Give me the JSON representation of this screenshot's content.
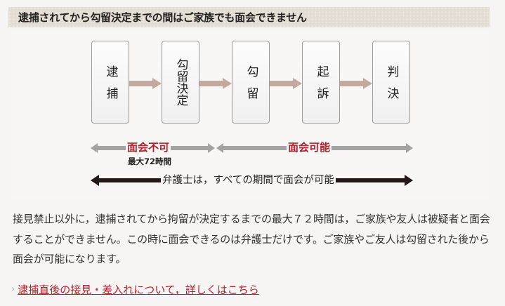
{
  "heading": {
    "title": "逮捕されてから勾留決定までの間はご家族でも面会できません"
  },
  "diagram": {
    "steps": [
      {
        "label": "逮捕"
      },
      {
        "label": "勾留決定"
      },
      {
        "label": "勾留"
      },
      {
        "label": "起訴"
      },
      {
        "label": "判決"
      }
    ],
    "colors": {
      "flow_arrow": "#c4a99e",
      "family_arrow": "#a3a3a3",
      "lawyer_arrow": "#231815",
      "accent_red": "#b3202d"
    },
    "family": {
      "not_allowed_label": "面会不可",
      "not_allowed_note": "最大72時間",
      "allowed_label": "面会可能"
    },
    "lawyer": {
      "label": "弁護士は，すべての期間で面会が可能"
    }
  },
  "body": {
    "paragraph": "接見禁止以外に，逮捕されてから拘留が決定するまでの最大７２時間は，ご家族や友人は被疑者と面会することができません。この時に面会できるのは弁護士だけです。ご家族やご友人は勾留された後から面会が可能になります。"
  },
  "link": {
    "chevron": "›",
    "label": "逮捕直後の接見・差入れについて，詳しくはこちら"
  }
}
